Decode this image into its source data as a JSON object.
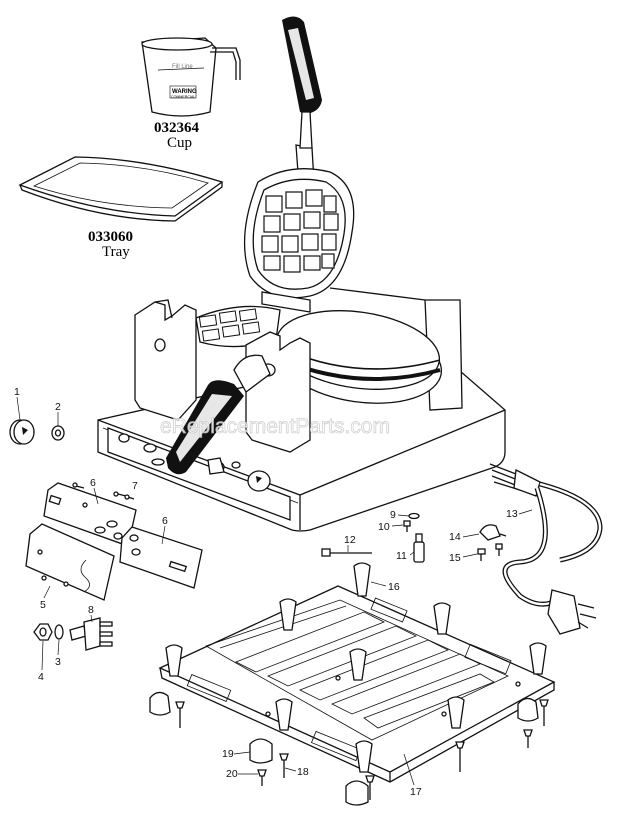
{
  "accessories": [
    {
      "part_number": "032364",
      "name": "Cup",
      "cup_label": "Fill Line",
      "brand": "WARING",
      "brand_sub": "COMMERCIAL"
    },
    {
      "part_number": "033060",
      "name": "Tray"
    }
  ],
  "watermark": "eReplacementParts.com",
  "callouts": [
    "1",
    "2",
    "3",
    "4",
    "5",
    "6",
    "6",
    "7",
    "8",
    "9",
    "10",
    "11",
    "12",
    "13",
    "14",
    "15",
    "16",
    "17",
    "18",
    "19",
    "20"
  ]
}
